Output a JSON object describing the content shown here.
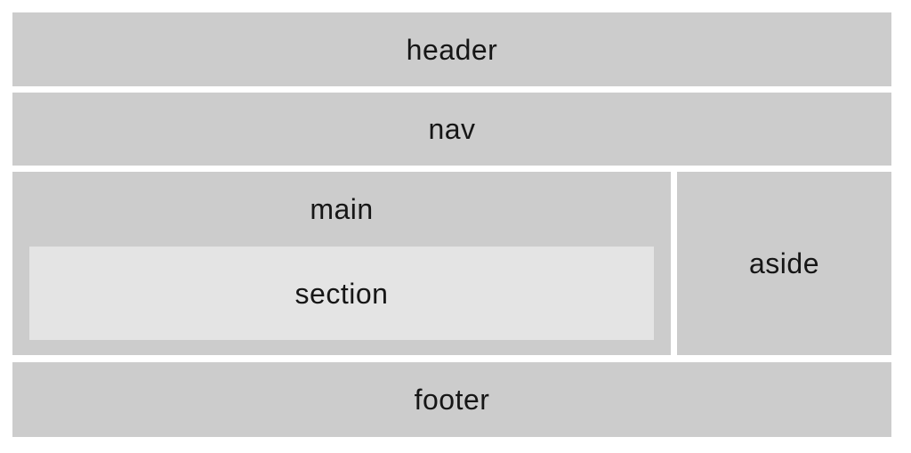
{
  "diagram": {
    "title": "html5-semantic-layout-demo",
    "regions": {
      "header": {
        "label": "header"
      },
      "nav": {
        "label": "nav"
      },
      "main": {
        "label": "main"
      },
      "section": {
        "label": "section"
      },
      "aside": {
        "label": "aside"
      },
      "footer": {
        "label": "footer"
      }
    },
    "colors": {
      "page_bg": "#ffffff",
      "region_bg": "#cccccc",
      "section_bg": "#e4e4e4",
      "label_text": "#161616"
    }
  }
}
